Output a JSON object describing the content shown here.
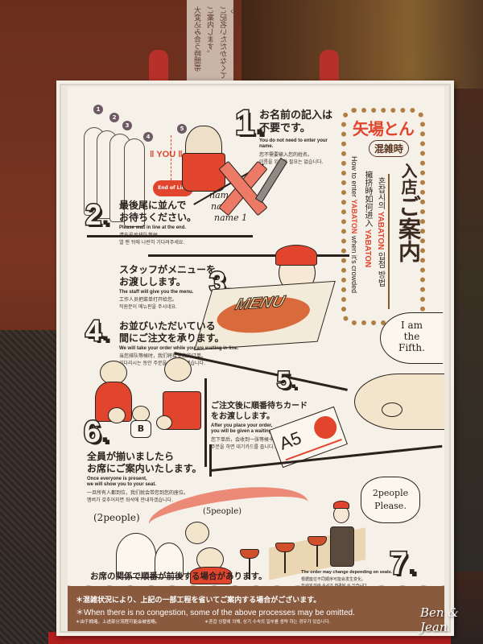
{
  "background": {
    "reflected_sign_lines": [
      "ご記名いただかなくても",
      "ご案内します。",
      "大変込み合う時間帯"
    ]
  },
  "poster": {
    "brand": "矢場とん",
    "crowded_tag": "混雑時",
    "title": "入店ご案内",
    "title_small": "入店",
    "title_large": "ご案内",
    "subtitle_en": "How to enter YABATON when it's crowded",
    "subtitle_ko_prefix": "혼잡시의",
    "subtitle_ko_brand": "YABATON",
    "subtitle_ko_suffix": "입점 방법",
    "subtitle_zh_prefix": "擁挤時如何进入",
    "subtitle_zh_brand": "YABATON",
    "subtitle_en_prefix": "How to enter",
    "subtitle_en_brand": "YABATON",
    "subtitle_en_suffix": "when it's crowded",
    "colors": {
      "accent_red": "#e2452e",
      "ink": "#2b211d",
      "paper": "#f6f1e8",
      "border_gold": "#b07f44",
      "footer_brown": "#8a5a3e"
    },
    "steps": [
      {
        "number": "1",
        "jp_line1": "お名前の記入は",
        "jp_line2": "不要です。",
        "en": "You do not need to enter your name.",
        "zh": "您不需要输入您的姓名。",
        "ko": "이름을 입력할 필요는 없습니다."
      },
      {
        "number": "2",
        "jp_line1": "最後尾に並んで",
        "jp_line2": "お待ちください。",
        "en": "Please wait in line at the end.",
        "zh": "请在最后排队等候。",
        "ko": "열 맨 뒤에 나란히 기다려주세요."
      },
      {
        "number": "3",
        "jp_line1": "スタッフがメニューを",
        "jp_line2": "お渡しします。",
        "en": "The staff will give you the menu.",
        "zh": "工作人员把菜单打开给您。",
        "ko": "직원분이 메뉴판을 주시네요."
      },
      {
        "number": "4",
        "jp_line1": "お並びいただいている",
        "jp_line2": "間にご注文を承ります。",
        "en": "We will take your order while you are waiting in line.",
        "zh": "当您排队等候时，我们将接受您的订单。",
        "ko": "기다리시는 동안 주문을 받아드리겠습니다."
      },
      {
        "number": "5",
        "jp_line1": "ご注文後に順番待ちカード",
        "jp_line2": "をお渡しします。",
        "en_line1": "After you place your order,",
        "en_line2": "you will be given a waiting card.",
        "zh": "您下单后，会收到一张等候卡。",
        "ko": "주문을 하면 대기카드를 줍니다."
      },
      {
        "number": "6",
        "jp_line1": "全員が揃いましたら",
        "jp_line2": "お席にご案内いたします。",
        "en_line1": "Once everyone is present,",
        "en_line2": "we will show you to your seat.",
        "zh": "一旦所有人都到位，我们就会带您到您的座位。",
        "ko": "멤버가 갖추어지면 좌석에 안내하겠습니다."
      },
      {
        "number": "7",
        "jp_line1": "お席の関係で順番が前後する場合があります。",
        "en": "The order may change depending on seats.",
        "zh": "根据座位不同顺序可能会发生变化。",
        "ko": "좌석에 따라 순서가 변경될 수 있습니다."
      }
    ],
    "illustrations": {
      "queue_numbers": [
        "1",
        "2",
        "3",
        "4",
        "5"
      ],
      "you_label": "YOU",
      "end_of_line": "End of Line",
      "names": [
        "name 2",
        "name",
        "name 1"
      ],
      "menu_label": "MENU",
      "shirt_letter": "B",
      "card_code": "A5",
      "fifth_bubble": [
        "I am",
        "the",
        "Fifth."
      ],
      "two_people_label": "(2people)",
      "five_people_label": "(5people)",
      "staff_bubble": [
        "2people",
        "Please."
      ]
    },
    "footer": {
      "jp": "＊混雑状況により、上記の一部工程を省いてご案内する場合がございます。",
      "en": "＊When there is no congestion, some of the above processes may be omitted.",
      "zh": "＊由于拥堵，上述部分流程可能会被省略。",
      "ko": "＊혼잡 상황에 의해, 상기 수속의 일부를 생략 하는 경우가 있습니다."
    }
  },
  "watermark": "Ben & Jean"
}
